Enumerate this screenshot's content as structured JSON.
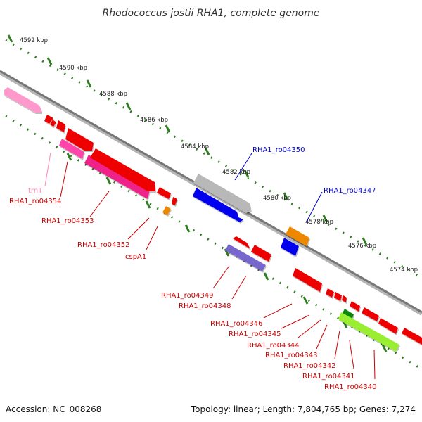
{
  "title": "Rhodococcus jostii RHA1, complete genome",
  "footer": {
    "accession": "Accession: NC_008268",
    "topology": "Topology: linear; Length: 7,804,765 bp; Genes: 7,274"
  },
  "colors": {
    "backbone": "#808080",
    "tick_track": "#2e7d1f",
    "red_gene": "#ee0000",
    "blue_label": "#0000cc",
    "red_label": "#cc0000",
    "pink_label": "#ff88bb"
  },
  "scale_labels": [
    "4592 kbp",
    "4590 kbp",
    "4588 kbp",
    "4586 kbp",
    "4584 kbp",
    "4582 kbp",
    "4580 kbp",
    "4578 kbp",
    "4576 kbp",
    "4574 kbp"
  ],
  "gene_labels": {
    "trnT": "trnT",
    "ro04354": "RHA1_ro04354",
    "ro04353": "RHA1_ro04353",
    "ro04352": "RHA1_ro04352",
    "cspA1": "cspA1",
    "ro04350": "RHA1_ro04350",
    "ro04347": "RHA1_ro04347",
    "ro04349": "RHA1_ro04349",
    "ro04348": "RHA1_ro04348",
    "ro04346": "RHA1_ro04346",
    "ro04345": "RHA1_ro04345",
    "ro04344": "RHA1_ro04344",
    "ro04343": "RHA1_ro04343",
    "ro04342": "RHA1_ro04342",
    "ro04341": "RHA1_ro04341",
    "ro04340": "RHA1_ro04340"
  }
}
